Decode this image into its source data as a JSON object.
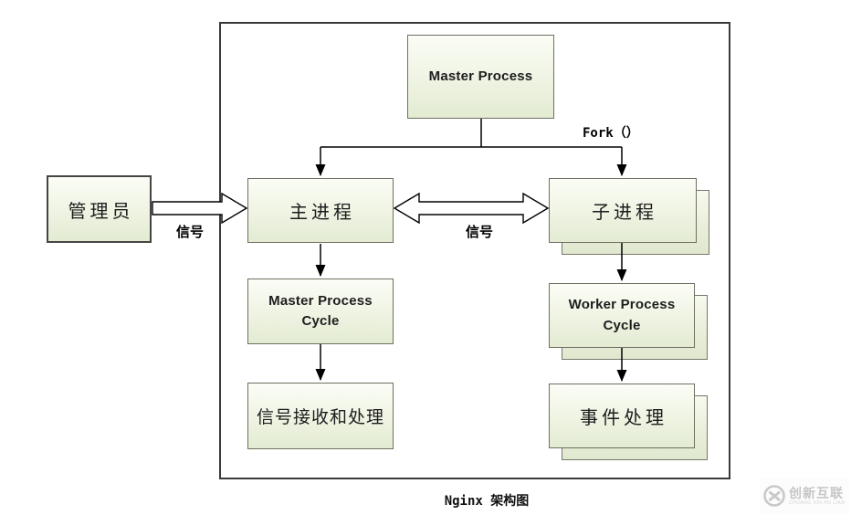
{
  "diagram": {
    "caption": "Nginx 架构图",
    "nodes": {
      "master_process": "Master Process",
      "admin": "管理员",
      "main_process": "主进程",
      "child_process": "子进程",
      "master_cycle": "Master Process Cycle",
      "worker_cycle": "Worker Process Cycle",
      "signal_handling": "信号接收和处理",
      "event_handling": "事件处理"
    },
    "labels": {
      "fork": "Fork（）",
      "signal_left": "信号",
      "signal_middle": "信号"
    },
    "colors": {
      "node_fill_top": "#fbfdf6",
      "node_fill_bottom": "#e3ebd2",
      "node_border": "#6f6f62",
      "outer_frame_border": "#3a3a3a",
      "connector": "#000000",
      "block_arrow_fill": "#ffffff",
      "watermark_gray": "#c6c6c6"
    }
  },
  "watermark": {
    "name": "创新互联",
    "subtext": "CHUANG XIN HU LIAN"
  }
}
